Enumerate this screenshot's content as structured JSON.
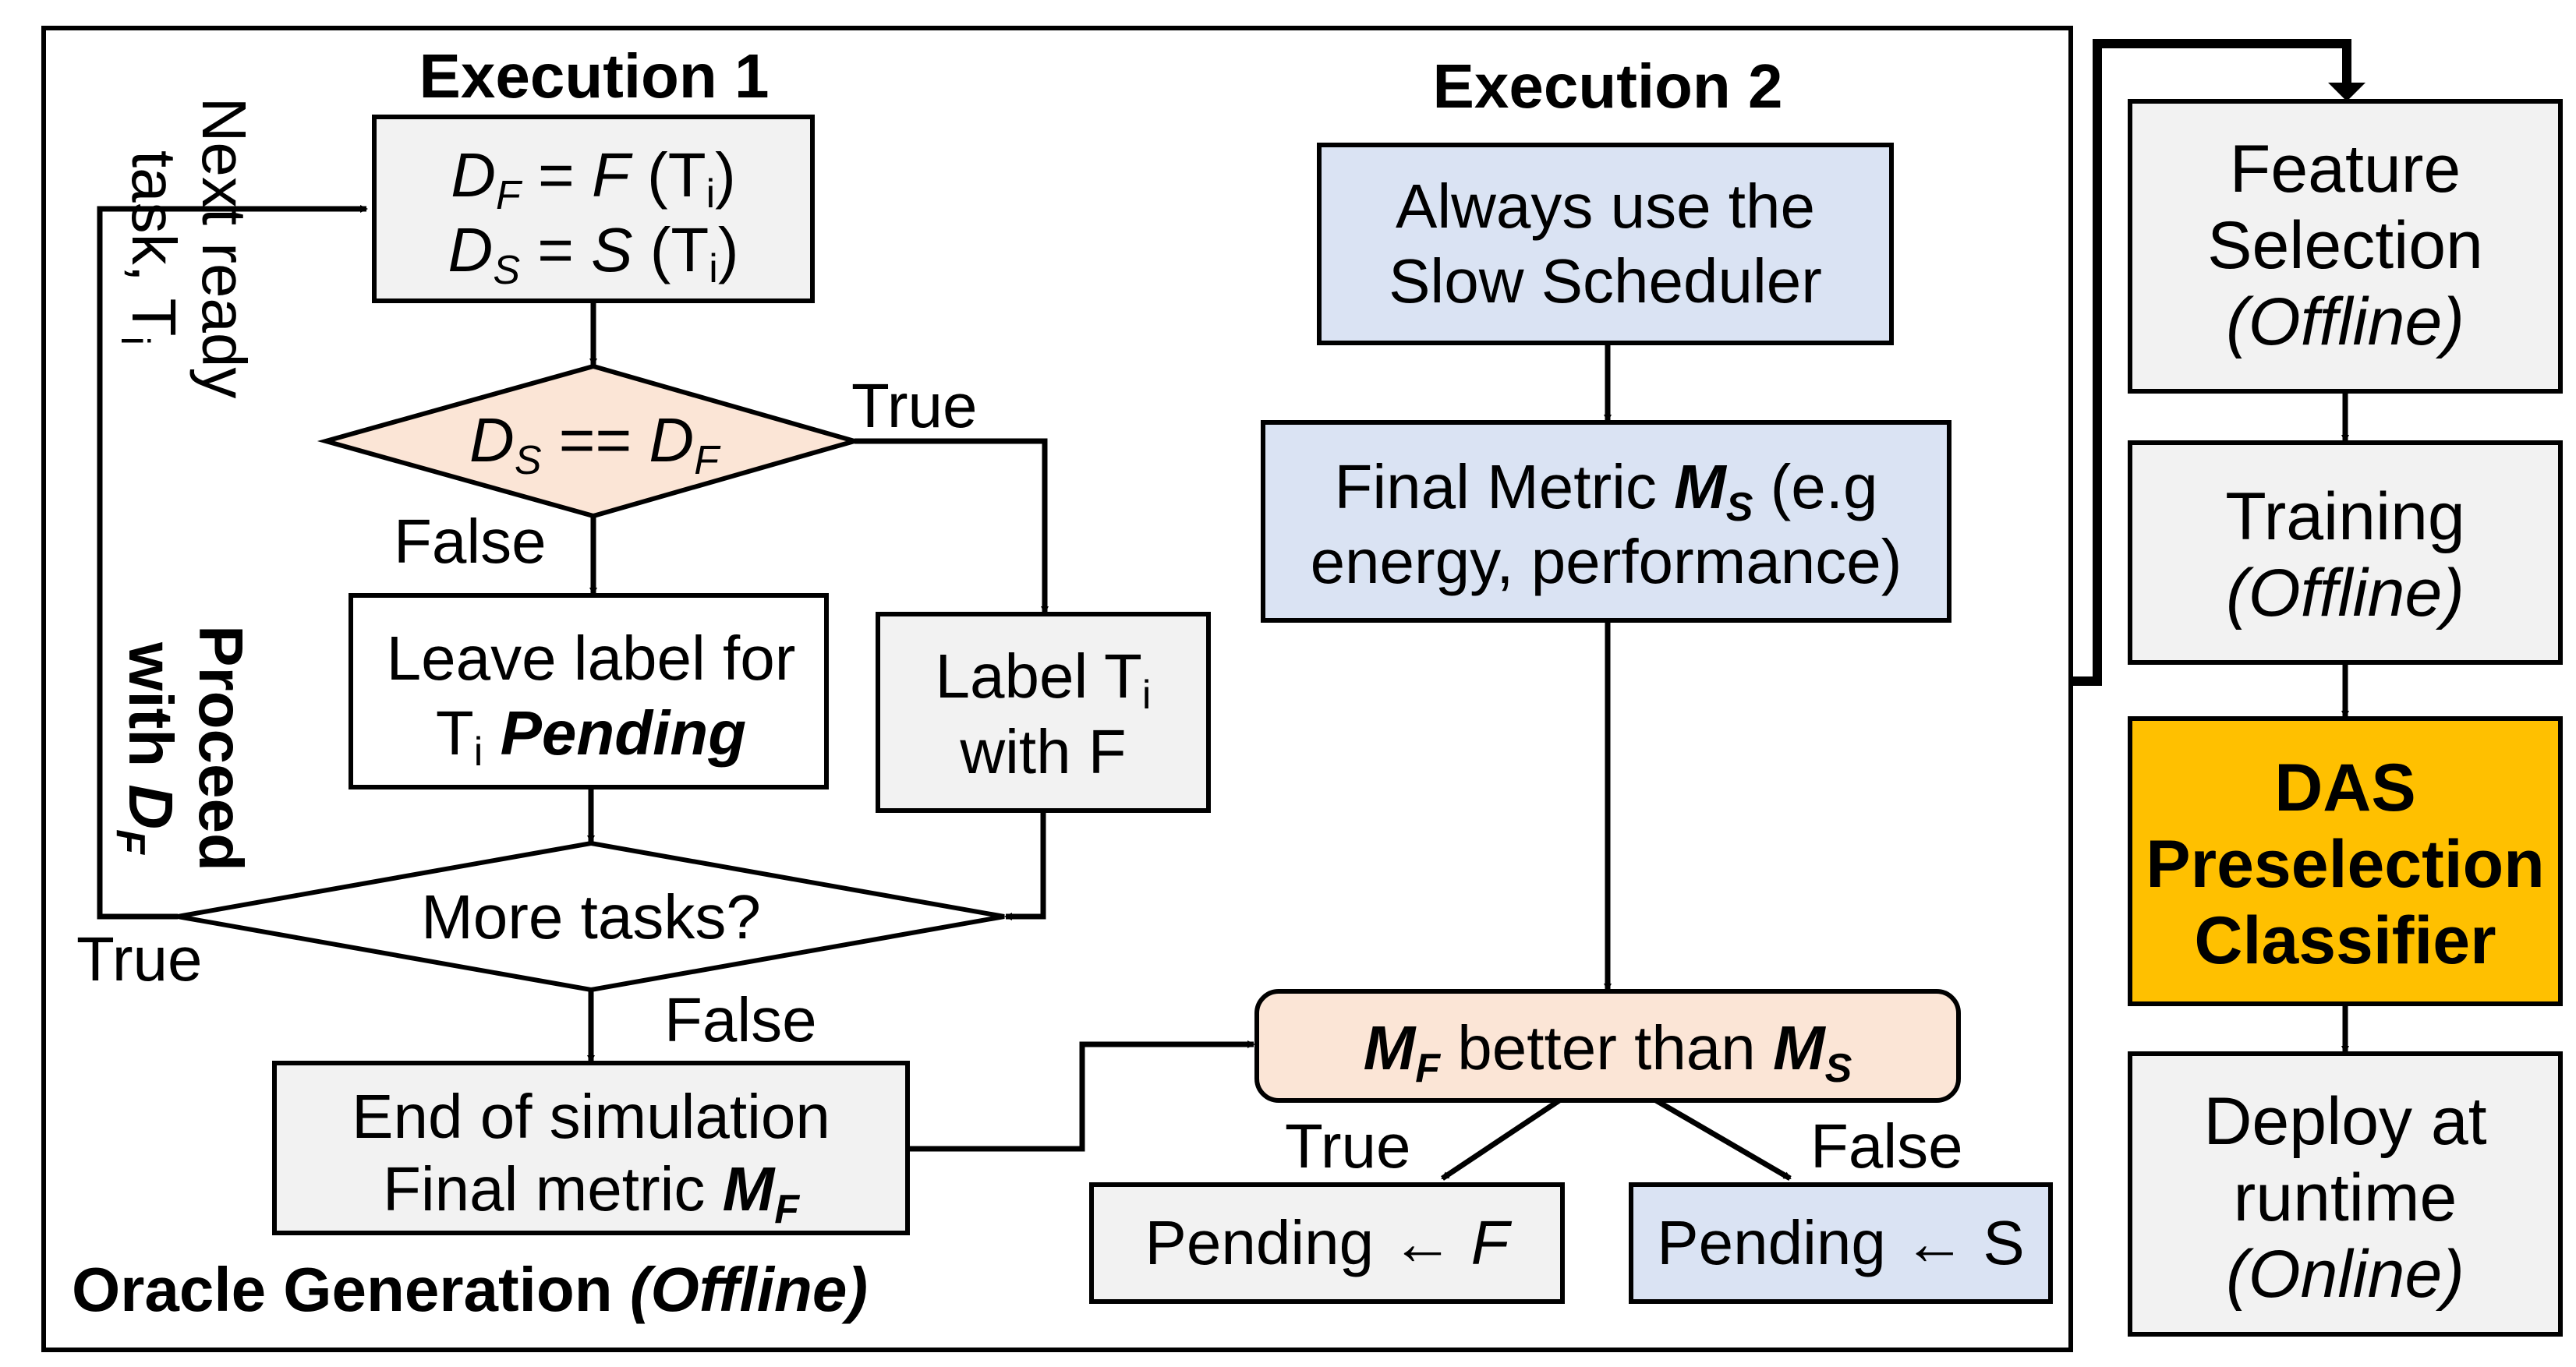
{
  "exec1": {
    "title": "Execution 1",
    "box_df": {
      "D": "D",
      "F_sub": "F",
      "eq": " = ",
      "F": "F",
      "T_open": " (T",
      "i": "i",
      "close": ")"
    },
    "box_ds": {
      "D": "D",
      "S_sub": "S",
      "eq": " = ",
      "S": "S",
      "T_open": " (T",
      "i": "i",
      "close": ")"
    },
    "diamond1": {
      "D": "D",
      "S_sub": "S",
      "eq": " == ",
      "D2": "D",
      "F_sub": "F"
    },
    "true1": "True",
    "false1": "False",
    "pending": {
      "line1": "Leave label for",
      "T": "T",
      "i": "i",
      "word": "Pending"
    },
    "label_box": {
      "line1_a": "Label T",
      "i": "i",
      "line2": "with F"
    },
    "diamond2": "More tasks?",
    "true2": "True",
    "false2": "False",
    "end_box": {
      "line1": "End of simulation",
      "line2": "Final metric ",
      "M": "M",
      "F_sub": "F"
    },
    "next_ready": {
      "line1": "Next ready",
      "line2": "task, T",
      "i": "i"
    },
    "proceed": {
      "line1": "Proceed",
      "line2": "with ",
      "D": "D",
      "F_sub": "F"
    },
    "footer": {
      "bold": "Oracle Generation ",
      "italic": "(Offline)"
    }
  },
  "exec2": {
    "title": "Execution 2",
    "slow": {
      "line1": "Always use the",
      "line2": "Slow Scheduler"
    },
    "final": {
      "line1_a": "Final Metric ",
      "M": "M",
      "S_sub": "S",
      "line1_b": " (e.g",
      "line2": "energy, performance)"
    },
    "compare": {
      "M1": "M",
      "F_sub": "F",
      "mid": " better than ",
      "M2": "M",
      "S_sub": "S"
    },
    "true3": "True",
    "false3": "False",
    "pend_f": {
      "a": "Pending ← ",
      "F": "F"
    },
    "pend_s": "Pending ← S"
  },
  "pipeline": {
    "feature": {
      "line1": "Feature",
      "line2": "Selection",
      "line3": "(Offline)"
    },
    "training": {
      "line1": "Training",
      "line2": "(Offline)"
    },
    "das": {
      "line1": "DAS",
      "line2": "Preselection",
      "line3": "Classifier"
    },
    "deploy": {
      "line1": "Deploy at",
      "line2": "runtime",
      "line3": "(Online)"
    }
  },
  "colors": {
    "gray_box": "#f2f2f2",
    "blue_box": "#dae3f3",
    "peach_box": "#fbe5d6",
    "gold_box": "#ffc000"
  }
}
